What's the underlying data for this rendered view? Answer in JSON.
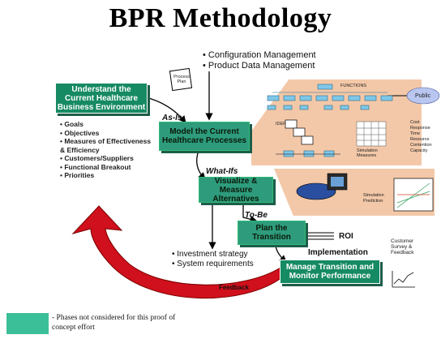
{
  "title": "BPR Methodology",
  "top_bullets": [
    "Configuration Management",
    "Product Data Management"
  ],
  "boxes": {
    "understand": "Understand the Current Healthcare Business Environment",
    "model": "Model the Current Healthcare Processes",
    "visualize": "Visualize & Measure Alternatives",
    "plan": "Plan the Transition",
    "manage": "Manage Transition and Monitor Performance"
  },
  "left_bullets": [
    "Goals",
    "Objectives",
    "Measures of Effectiveness & Efficiency",
    "Customers/Suppliers",
    "Functional Breakout",
    "Priorities"
  ],
  "stage_labels": {
    "asis": "As-Is",
    "whatifs": "What-Ifs",
    "tobe": "To-Be",
    "implementation": "Implementation"
  },
  "bottom_bullets": [
    "Investment strategy",
    "System requirements"
  ],
  "roi": "ROI",
  "feedback": "Feedback",
  "process_plan": "Process Plan",
  "public": "Public",
  "functions": "FUNCTIONS",
  "idef": "IDEF",
  "simulation_measures": "Simulation Measures",
  "measure_list": [
    "Cost",
    "Response Time",
    "Resource Contention",
    "Capacity"
  ],
  "simulation_prediction": "Simulation Prediction",
  "customer_survey": "Customer Survey & Feedback",
  "legend_text": "- Phases not considered for this proof of concept effort",
  "colors": {
    "box": "#2e9c7c",
    "box_dark": "#168a63",
    "panel": "#f3c8a8",
    "arrow_red": "#d0101c",
    "legend": "#3bbf98"
  }
}
